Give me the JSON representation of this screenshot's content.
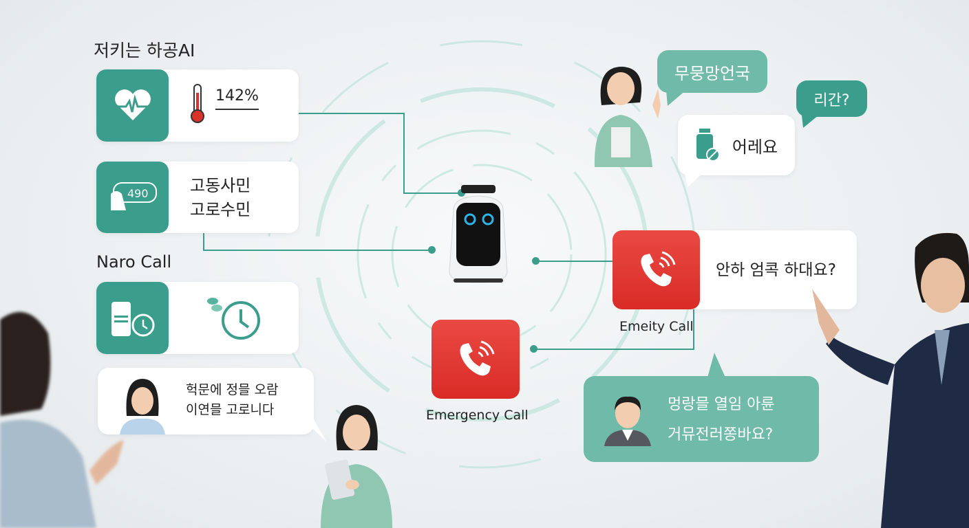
{
  "title": "저키는 하공AI",
  "vitals_card": {
    "reading": "142%"
  },
  "bp_card": {
    "line1": "고동사민",
    "line2": "고로수민"
  },
  "section_label": "Naro Call",
  "left_bubble": {
    "line1": "헉문에 정믈 오람",
    "line2": "이연믈 고로니다"
  },
  "top_bubbles": {
    "teal": "무뭉망언국",
    "teal_small": "리간?",
    "white": "어레요"
  },
  "call_card_right": {
    "text": "안하 엄콕 하대요?",
    "label": "Emeity Call"
  },
  "call_card_left": {
    "label": "Emergency Call"
  },
  "bottom_bubble": {
    "line1": "멍랑믈 열임 아륜",
    "line2": "거뮤전러쫑바요?"
  },
  "colors": {
    "teal": "#3b9e8c",
    "red": "#e03a34",
    "bubble_teal": "#6fbaa8"
  }
}
